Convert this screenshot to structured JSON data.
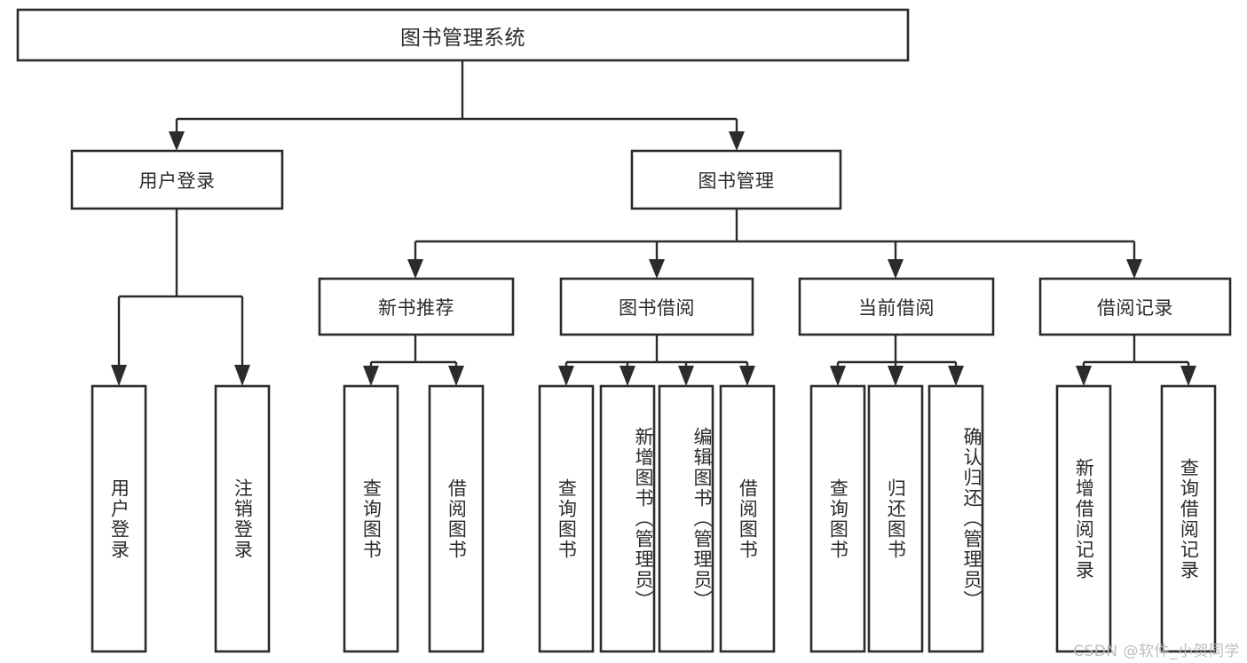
{
  "diagram": {
    "title": "图书管理系统",
    "type": "tree",
    "watermark": "CSDN @软件_小贺同学",
    "colors": {
      "box_stroke": "#2b2b2b",
      "box_fill": "#ffffff",
      "connector": "#2b2b2b",
      "text": "#2b2b2b",
      "watermark": "#b9b9b9",
      "background": "#ffffff"
    },
    "nodes": {
      "root": {
        "label": "图书管理系统",
        "orientation": "horizontal",
        "level": 0
      },
      "l1": [
        {
          "id": "user-login",
          "label": "用户登录",
          "orientation": "horizontal",
          "level": 1
        },
        {
          "id": "book-manage",
          "label": "图书管理",
          "orientation": "horizontal",
          "level": 1
        }
      ],
      "l2": [
        {
          "id": "new-book-recommend",
          "label": "新书推荐",
          "orientation": "horizontal",
          "level": 2
        },
        {
          "id": "book-borrow",
          "label": "图书借阅",
          "orientation": "horizontal",
          "level": 2
        },
        {
          "id": "current-borrow",
          "label": "当前借阅",
          "orientation": "horizontal",
          "level": 2
        },
        {
          "id": "borrow-record",
          "label": "借阅记录",
          "orientation": "horizontal",
          "level": 2
        }
      ],
      "leaves": [
        {
          "id": "leaf-user-login",
          "label": "用户登录",
          "orientation": "vertical",
          "parent": "user-login"
        },
        {
          "id": "leaf-user-logout",
          "label": "注销登录",
          "orientation": "vertical",
          "parent": "user-login"
        },
        {
          "id": "leaf-query-book-1",
          "label": "查询图书",
          "orientation": "vertical",
          "parent": "new-book-recommend"
        },
        {
          "id": "leaf-borrow-book-1",
          "label": "借阅图书",
          "orientation": "vertical",
          "parent": "new-book-recommend"
        },
        {
          "id": "leaf-query-book-2",
          "label": "查询图书",
          "orientation": "vertical",
          "parent": "book-borrow"
        },
        {
          "id": "leaf-add-book",
          "label": "新增图书（管理员）",
          "orientation": "vertical",
          "parent": "book-borrow"
        },
        {
          "id": "leaf-edit-book",
          "label": "编辑图书（管理员）",
          "orientation": "vertical",
          "parent": "book-borrow"
        },
        {
          "id": "leaf-borrow-book-2",
          "label": "借阅图书",
          "orientation": "vertical",
          "parent": "book-borrow"
        },
        {
          "id": "leaf-query-book-3",
          "label": "查询图书",
          "orientation": "vertical",
          "parent": "current-borrow"
        },
        {
          "id": "leaf-return-book",
          "label": "归还图书",
          "orientation": "vertical",
          "parent": "current-borrow"
        },
        {
          "id": "leaf-confirm-return",
          "label": "确认归还（管理员）",
          "orientation": "vertical",
          "parent": "current-borrow"
        },
        {
          "id": "leaf-add-record",
          "label": "新增借阅记录",
          "orientation": "vertical",
          "parent": "borrow-record"
        },
        {
          "id": "leaf-query-record",
          "label": "查询借阅记录",
          "orientation": "vertical",
          "parent": "borrow-record"
        }
      ]
    }
  }
}
